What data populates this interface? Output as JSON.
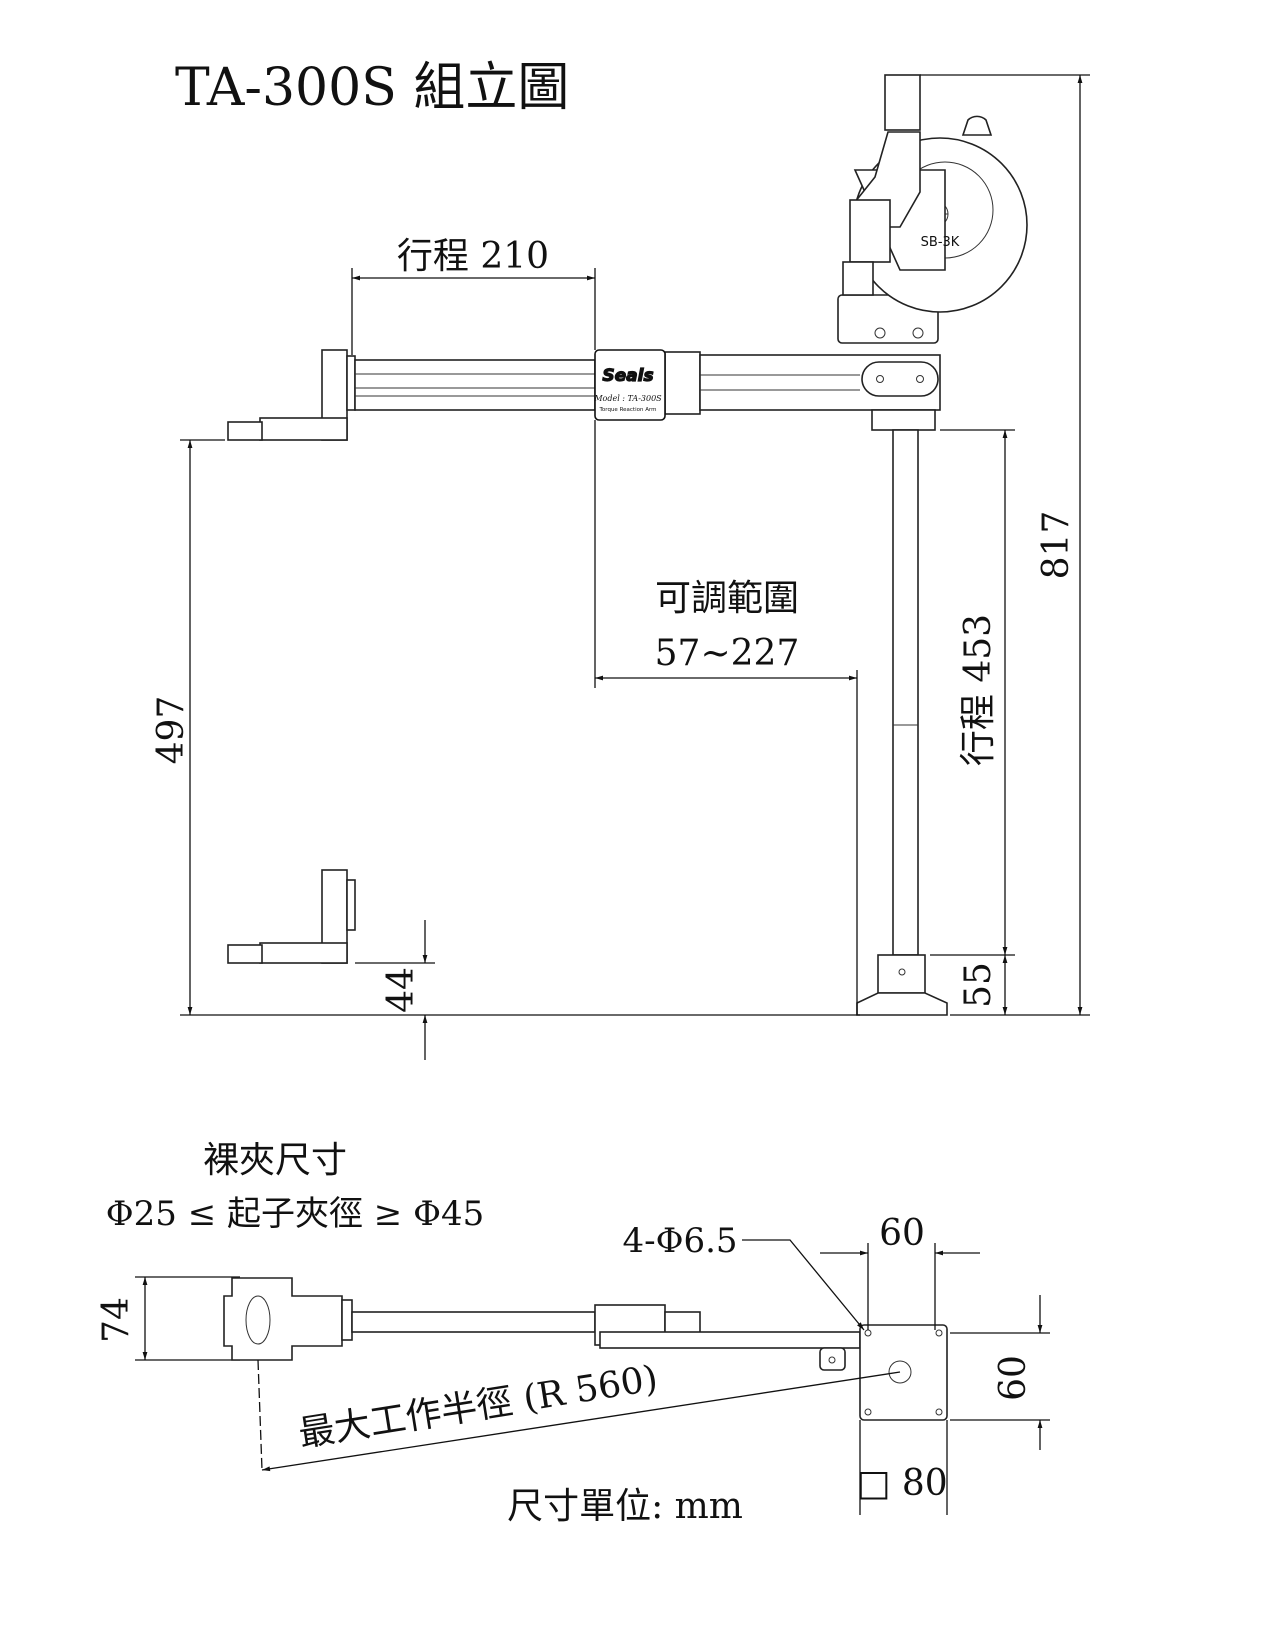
{
  "title": "TA-300S 組立圖",
  "dimensions": {
    "stroke_horizontal": "行程 210",
    "height_497": "497",
    "adjust_range_label": "可調範圍",
    "adjust_range_value": "57~227",
    "stroke_vertical": "行程 453",
    "total_height": "817",
    "base_height": "55",
    "clamp_offset": "44",
    "clamp_width": "74",
    "plate_width": "60",
    "plate_depth": "60",
    "plate_square": "□ 80",
    "hole_spec": "4-Φ6.5",
    "max_radius": "最大工作半徑 (R 560)"
  },
  "clamp_note": {
    "title": "裸夾尺寸",
    "range": "Φ25 ≤ 起子夾徑 ≥ Φ45"
  },
  "product_label": {
    "brand": "Seals",
    "model": "Model : TA-300S",
    "subtitle": "Torque Reaction Arm"
  },
  "balancer_label": "SB-3K",
  "units_note": "尺寸單位: mm"
}
